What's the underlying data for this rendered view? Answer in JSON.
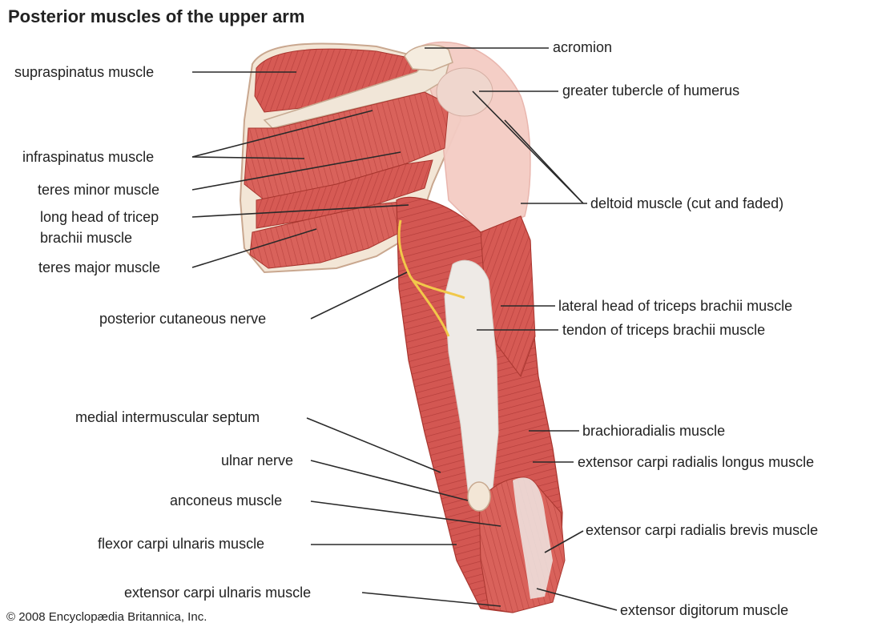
{
  "title": "Posterior muscles of the upper arm",
  "copyright": "© 2008 Encyclopædia Britannica, Inc.",
  "labels": {
    "acromion": "acromion",
    "greater_tubercle": "greater tubercle of humerus",
    "supraspinatus": "supraspinatus muscle",
    "infraspinatus": "infraspinatus muscle",
    "teres_minor": "teres minor muscle",
    "long_head_1": "long head of tricep",
    "long_head_2": "brachii muscle",
    "teres_major": "teres major muscle",
    "deltoid": "deltoid muscle (cut and faded)",
    "posterior_cutaneous": "posterior cutaneous nerve",
    "lateral_head": "lateral head of triceps brachii muscle",
    "tendon_triceps": "tendon of triceps brachii muscle",
    "medial_septum": "medial intermuscular septum",
    "brachioradialis": "brachioradialis muscle",
    "ulnar_nerve": "ulnar nerve",
    "ecr_longus": "extensor carpi radialis longus muscle",
    "anconeus": "anconeus muscle",
    "ecr_brevis": "extensor carpi radialis brevis muscle",
    "fcu": "flexor carpi ulnaris muscle",
    "ecu": "extensor carpi ulnaris muscle",
    "extensor_digitorum": "extensor digitorum muscle"
  },
  "colors": {
    "muscle": "#d9615a",
    "muscle_dark": "#b8403d",
    "muscle_light": "#ec9b90",
    "tendon": "#eeeae6",
    "bone": "#f3e9da",
    "nerve": "#f1c84a",
    "deltoid_faded": "#f4ccc4"
  }
}
